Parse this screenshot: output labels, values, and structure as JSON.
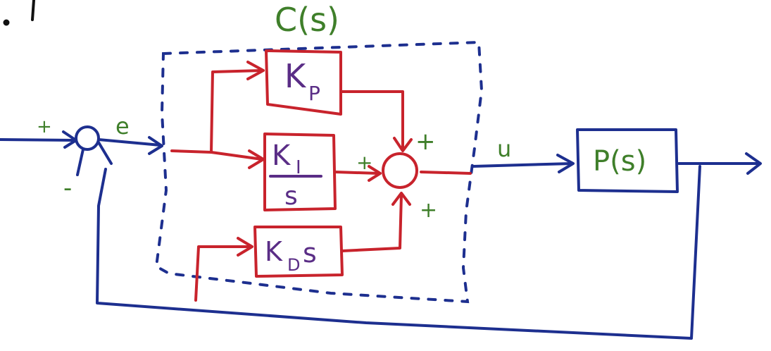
{
  "controller": {
    "title": "C(s)"
  },
  "blocks": {
    "proportional": "K",
    "proportional_sub": "P",
    "integral_num": "K",
    "integral_num_sub": "I",
    "integral_den": "s",
    "derivative_k": "K",
    "derivative_sub": "D",
    "derivative_s": "s",
    "plant": "P(s)"
  },
  "signals": {
    "error": "e",
    "control": "u"
  },
  "signs": {
    "sum1_input": "+",
    "sum1_feedback": "-",
    "sum2_top": "+",
    "sum2_left": "+",
    "sum2_bottom": "+"
  },
  "colors": {
    "signal_blue": "#1d2f8f",
    "controller_red": "#c8232c",
    "label_green": "#3f7f2a",
    "block_text_purple": "#5a2d86"
  }
}
